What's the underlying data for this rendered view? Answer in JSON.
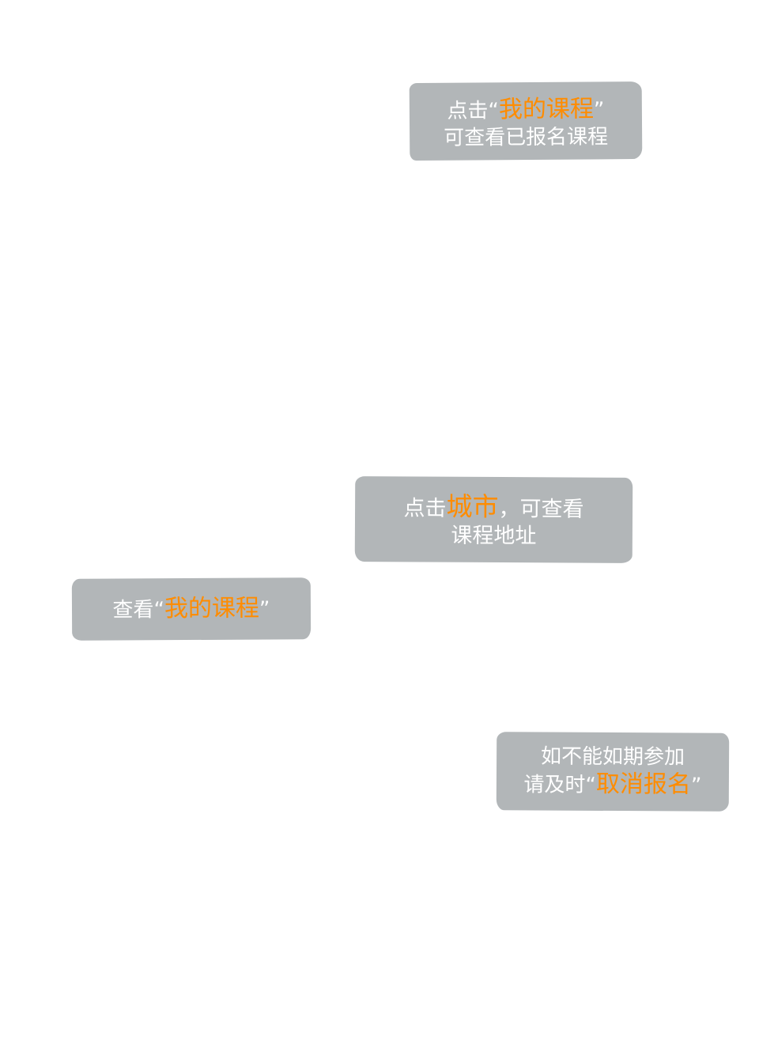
{
  "bubbles": {
    "b1": {
      "l1_prefix": "点击",
      "l1_open": "“",
      "l1_highlight": "我的课程",
      "l1_close": "”",
      "l2": "可查看已报名课程"
    },
    "b2": {
      "l1_prefix": "点击",
      "l1_highlight": "城市",
      "l1_suffix": "，可查看",
      "l2": "课程地址"
    },
    "b3": {
      "l1_prefix": "查看",
      "l1_open": "“",
      "l1_highlight": "我的课程",
      "l1_close": "”"
    },
    "b4": {
      "l1": "如不能如期参加",
      "l2_prefix": "请及时",
      "l2_open": "“",
      "l2_highlight": "取消报名",
      "l2_close": "”"
    }
  },
  "colors": {
    "bubble_bg": "#b2b6b8",
    "text": "#ffffff",
    "highlight": "#ff8c00"
  }
}
